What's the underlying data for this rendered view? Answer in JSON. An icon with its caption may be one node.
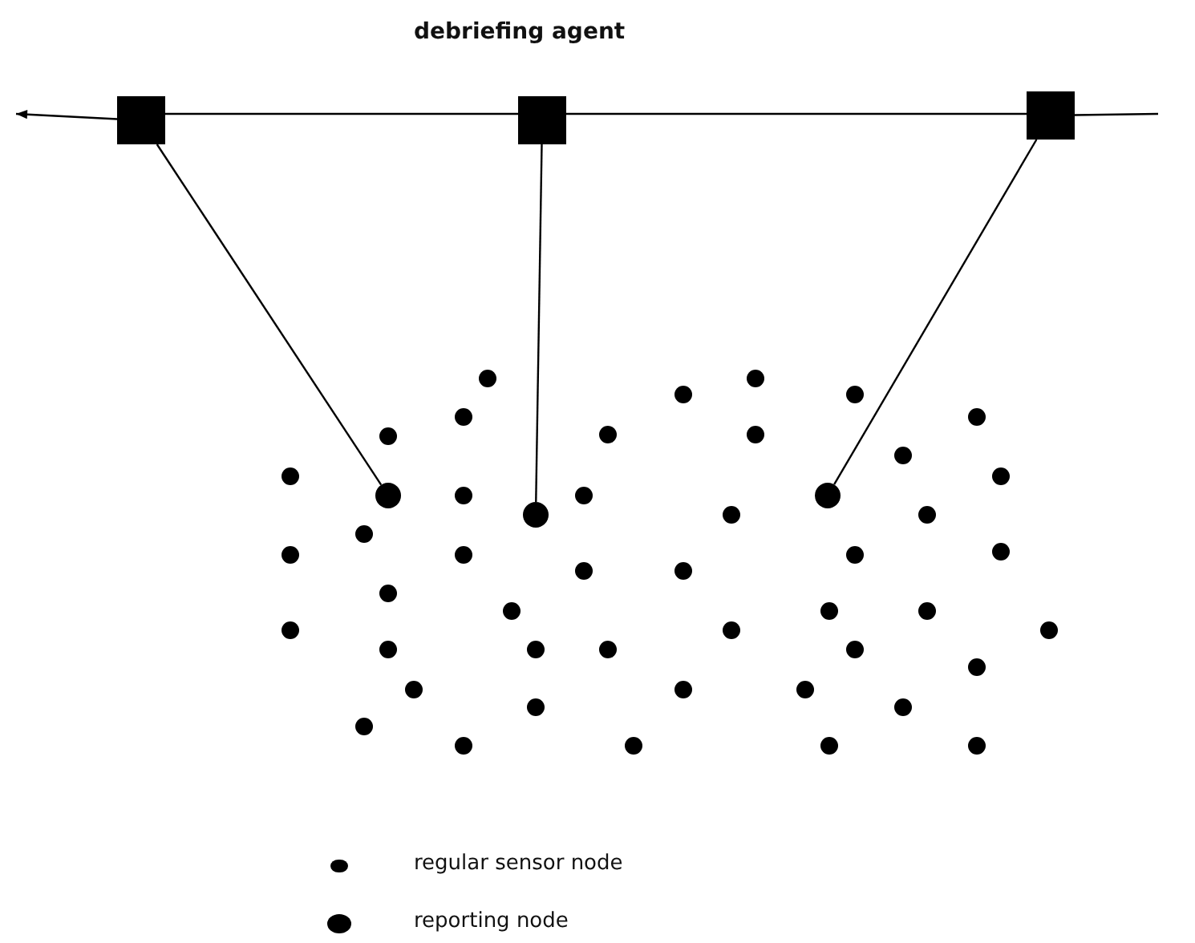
{
  "diagram": {
    "nodes": [
      {
        "text": [],
        "shape": "box"
      },
      {
        "text": [],
        "shape": "box"
      },
      {
        "text": [],
        "shape": "box"
      },
      {
        "text": [],
        "shape": "circle"
      },
      {
        "text": [],
        "shape": "circle"
      },
      {
        "text": [],
        "shape": "circle"
      }
    ],
    "edges": [
      {
        "from": 0,
        "to": 3,
        "arrow": "none"
      },
      {
        "from": 1,
        "to": 4,
        "arrow": "none"
      },
      {
        "from": 2,
        "to": 5,
        "arrow": "none"
      },
      {
        "from": null,
        "to": 2,
        "arrow": "none"
      },
      {
        "from": 2,
        "to": 1,
        "arrow": "none"
      },
      {
        "from": 1,
        "to": 0,
        "arrow": "none"
      },
      {
        "from": 0,
        "to": null,
        "arrow": "to"
      }
    ],
    "labels": [
      "debriefing agent"
    ],
    "legend": [
      {
        "text": "regular sensor node"
      },
      {
        "text": "reporting node"
      }
    ]
  }
}
